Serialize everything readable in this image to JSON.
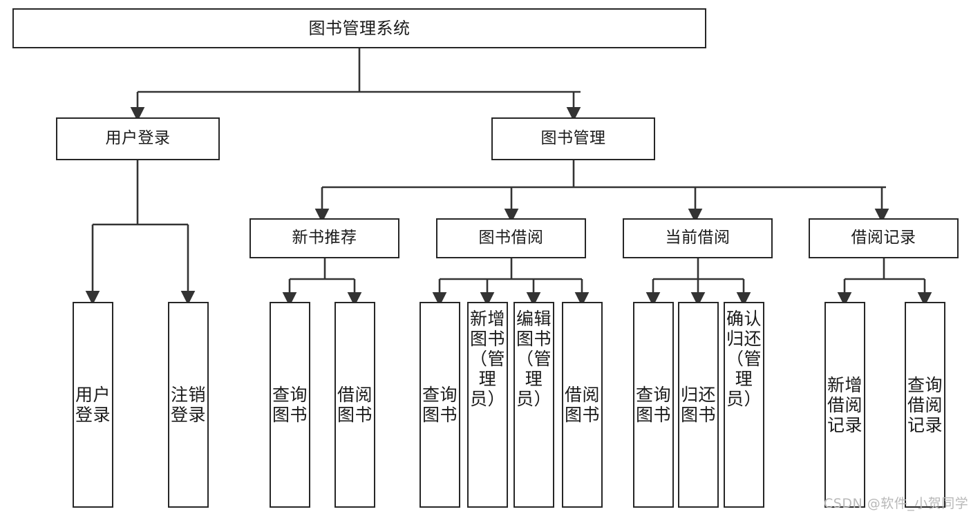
{
  "diagram": {
    "title": "图书管理系统",
    "type": "tree-hierarchy",
    "stroke_color": "#262626",
    "edge_color": "#333333",
    "background": "#ffffff"
  },
  "nodes": {
    "root": {
      "label": "图书管理系统"
    },
    "level2": [
      {
        "label": "用户登录"
      },
      {
        "label": "图书管理"
      }
    ],
    "level3": [
      {
        "label": "新书推荐"
      },
      {
        "label": "图书借阅"
      },
      {
        "label": "当前借阅"
      },
      {
        "label": "借阅记录"
      }
    ],
    "leaves_user_login": [
      {
        "label": "用户登录"
      },
      {
        "label": "注销登录"
      }
    ],
    "leaves_new_book": [
      {
        "label": "查询图书"
      },
      {
        "label": "借阅图书"
      }
    ],
    "leaves_borrow": [
      {
        "label": "查询图书"
      },
      {
        "label": "新增图书（管理员）"
      },
      {
        "label": "编辑图书（管理员）"
      },
      {
        "label": "借阅图书"
      }
    ],
    "leaves_current": [
      {
        "label": "查询图书"
      },
      {
        "label": "归还图书"
      },
      {
        "label": "确认归还（管理员）"
      }
    ],
    "leaves_record": [
      {
        "label": "新增借阅记录"
      },
      {
        "label": "查询借阅记录"
      }
    ]
  },
  "watermark": {
    "text": "CSDN @软件_小贺同学"
  }
}
